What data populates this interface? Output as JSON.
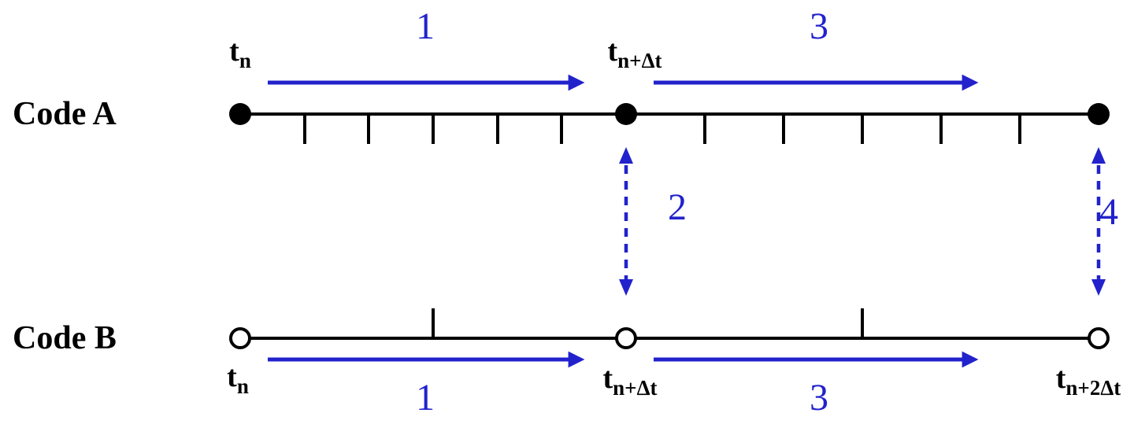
{
  "diagram": {
    "colors": {
      "accent_blue": "#2222cc",
      "line_black": "#000000",
      "background": "#ffffff"
    },
    "code_a": {
      "label": "Code A",
      "times": {
        "start": {
          "base": "t",
          "sub": "n"
        },
        "mid": {
          "base": "t",
          "sub": "n+Δt"
        }
      }
    },
    "code_b": {
      "label": "Code B",
      "times": {
        "start": {
          "base": "t",
          "sub": "n"
        },
        "mid": {
          "base": "t",
          "sub": "n+Δt"
        },
        "end": {
          "base": "t",
          "sub": "n+2Δt"
        }
      }
    },
    "steps": {
      "top_advance_1": "1",
      "exchange_2": "2",
      "top_advance_3": "3",
      "exchange_4": "4",
      "bottom_advance_1": "1",
      "bottom_advance_3": "3"
    }
  }
}
